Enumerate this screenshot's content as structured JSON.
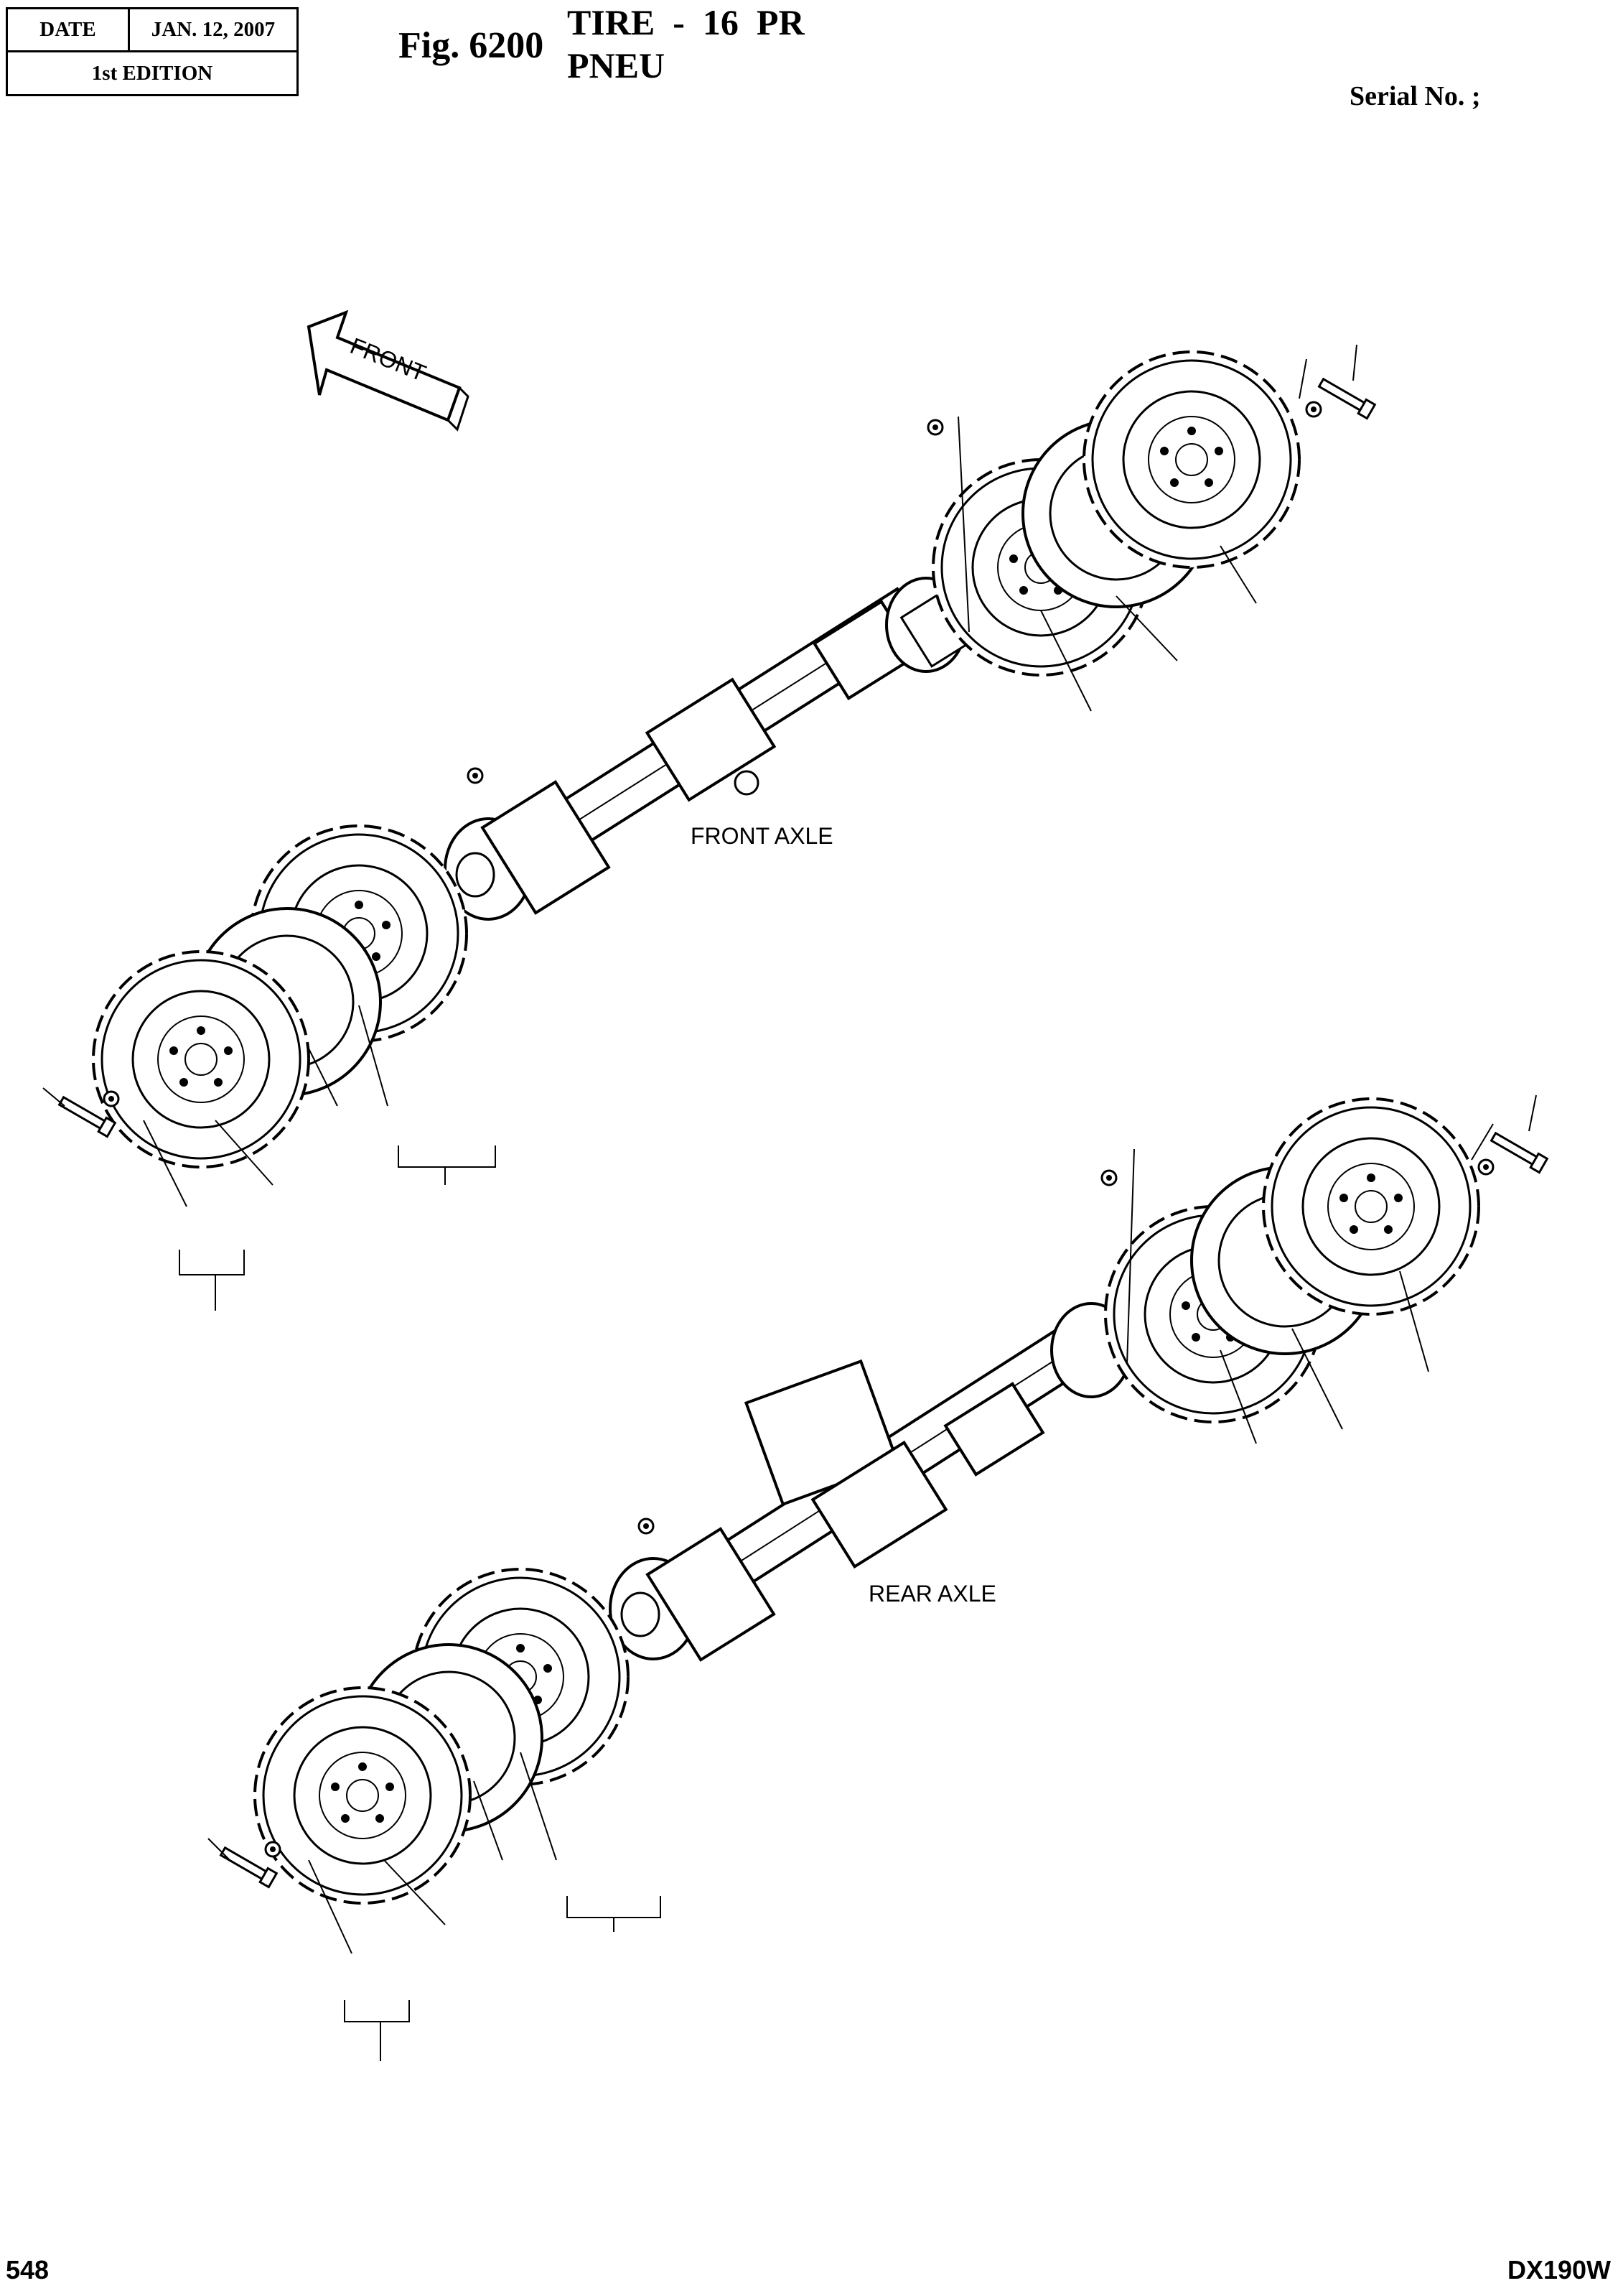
{
  "header": {
    "date_label": "DATE",
    "date_value": "JAN. 12, 2007",
    "edition": "1st EDITION"
  },
  "figure": {
    "number": "Fig. 6200",
    "title_en": "TIRE  -  16  PR",
    "title_fr": "PNEU"
  },
  "serial": "Serial No. ;",
  "diagram": {
    "front_arrow": "FRONT",
    "front_axle": "FRONT AXLE",
    "rear_axle": "REAR AXLE"
  },
  "footer": {
    "page": "548",
    "model": "DX190W"
  }
}
